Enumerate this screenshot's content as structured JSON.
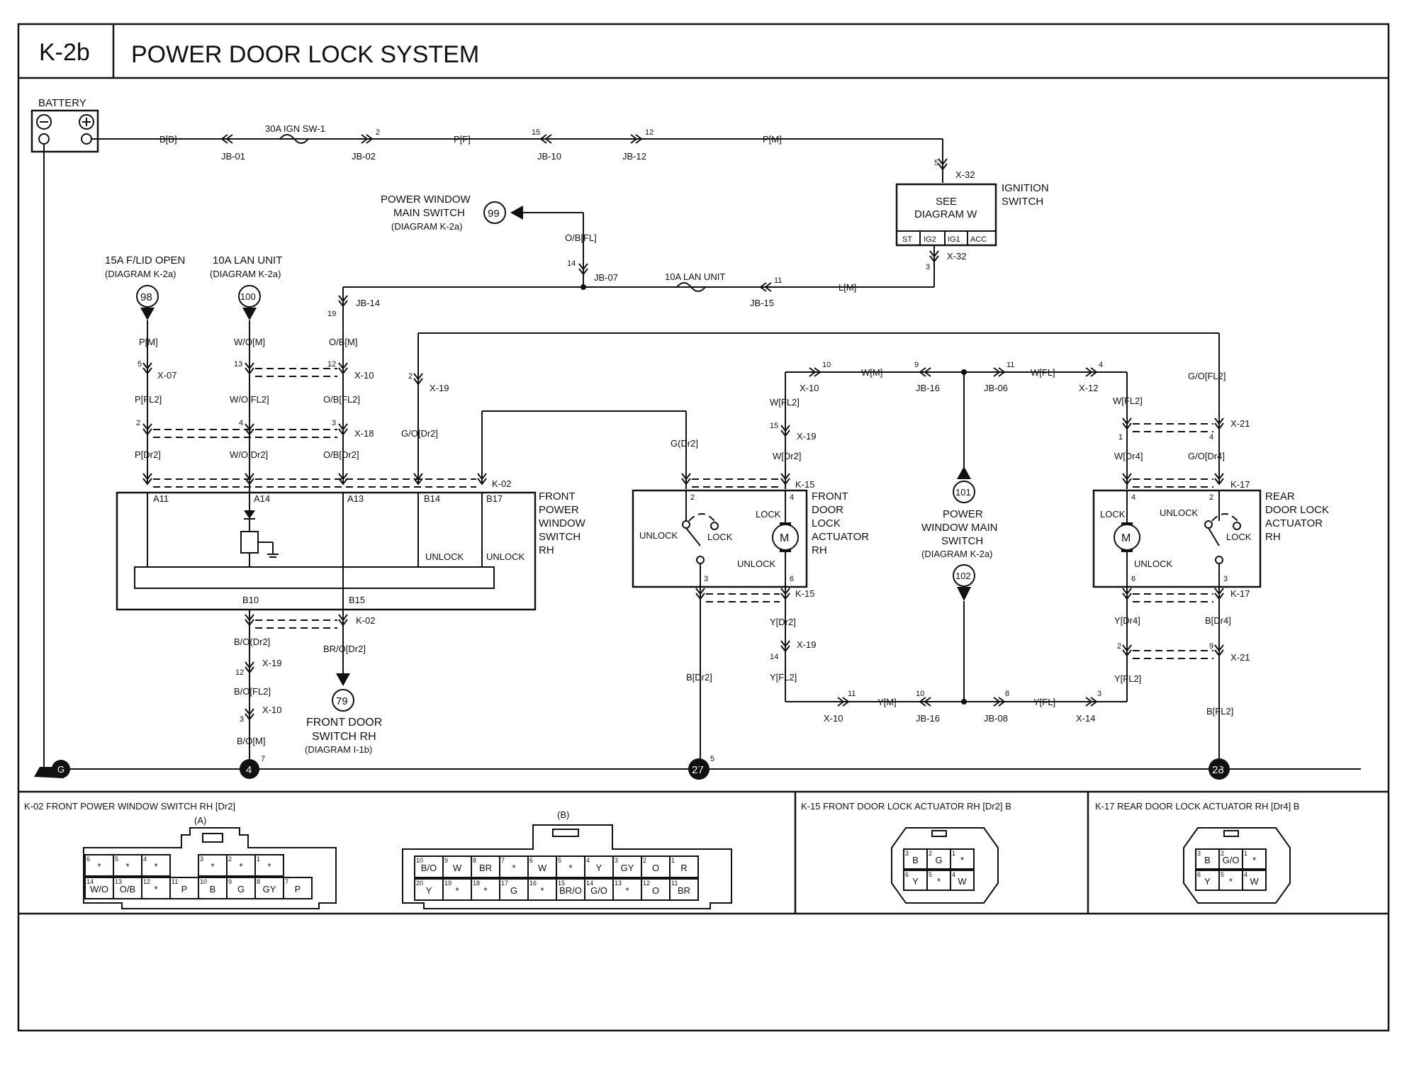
{
  "header": {
    "code": "K-2b",
    "title": "POWER DOOR LOCK SYSTEM"
  },
  "battery": {
    "label": "BATTERY"
  },
  "fuses": {
    "ign": "30A IGN SW-1",
    "lan": "10A LAN UNIT"
  },
  "ignition": {
    "see": "SEE",
    "diagram": "DIAGRAM W",
    "label1": "IGNITION",
    "label2": "SWITCH",
    "pins": [
      "ST",
      "IG2",
      "IG1",
      "ACC"
    ]
  },
  "connectors": {
    "jb01": "JB-01",
    "jb02": "JB-02",
    "jb10": "JB-10",
    "jb12": "JB-12",
    "jb07": "JB-07",
    "jb14": "JB-14",
    "jb15": "JB-15",
    "jb16": "JB-16",
    "jb06": "JB-06",
    "jb08": "JB-08",
    "x32": "X-32",
    "x07": "X-07",
    "x10": "X-10",
    "x18": "X-18",
    "x19": "X-19",
    "x12": "X-12",
    "x21": "X-21",
    "x14": "X-14",
    "k02": "K-02",
    "k15": "K-15",
    "k17": "K-17"
  },
  "wires": {
    "bb": "B[B]",
    "pf": "P[F]",
    "pm": "P[M]",
    "ofl": "O/B[FL]",
    "lm": "L[M]",
    "pm2": "P[M]",
    "wom": "W/O[M]",
    "obm": "O/B[M]",
    "pfl2": "P[FL2]",
    "wofl2": "W/O[FL2]",
    "obfl2": "O/B[FL2]",
    "pdr2": "P[Dr2]",
    "wodr2": "W/O[Dr2]",
    "obdr2": "O/B[Dr2]",
    "godr2": "G/O[Dr2]",
    "gdr2": "G(Dr2]",
    "bodr2": "B/O(Dr2]",
    "bofl2": "B/O[FL2]",
    "bom": "B/O[M]",
    "brodr2": "BR/O[Dr2]",
    "bdr2": "B[Dr2]",
    "wdr2": "W[Dr2]",
    "wfl2": "W[FL2]",
    "wm": "W[M]",
    "wfl": "W[FL]",
    "wfl2r": "W[FL2]",
    "gofl2": "G/O[FL2]",
    "wdr4": "W[Dr4]",
    "godr4": "G/O[Dr4]",
    "ydr2": "Y[Dr2]",
    "yfl2": "Y[FL2]",
    "ym": "Y[M]",
    "yfl": "Y[FL]",
    "ydr4": "Y[Dr4]",
    "bdr4": "B[Dr4]",
    "yfl2r": "Y[FL2]",
    "bfl2": "B[FL2]"
  },
  "pinnums": {
    "p2": "2",
    "p15": "15",
    "p12": "12",
    "p5": "5",
    "p3": "3",
    "p14": "14",
    "p11": "11",
    "p19": "19",
    "p13": "13",
    "p4": "4",
    "p10": "10",
    "p9": "9",
    "p1": "1",
    "p6": "6",
    "p7": "7",
    "p8": "8"
  },
  "refs": {
    "r99": "99",
    "r98": "98",
    "r100": "100",
    "r79": "79",
    "r101": "101",
    "r102": "102",
    "pwms1": "POWER WINDOW",
    "pwms2": "MAIN SWITCH",
    "pwms3": "(DIAGRAM K-2a)",
    "f15a1": "15A F/LID OPEN",
    "f15a2": "(DIAGRAM  K-2a)",
    "f10a1": "10A LAN UNIT",
    "f10a2": "(DIAGRAM K-2a)",
    "fds1": "FRONT DOOR",
    "fds2": "SWITCH RH",
    "fds3": "(DIAGRAM I-1b)",
    "pw1": "POWER",
    "pw2": "WINDOW MAIN",
    "pw3": "SWITCH",
    "pw4": "(DIAGRAM  K-2a)"
  },
  "fpws": {
    "l1": "FRONT",
    "l2": "POWER",
    "l3": "WINDOW",
    "l4": "SWITCH",
    "l5": "RH",
    "a11": "A11",
    "a14": "A14",
    "a13": "A13",
    "b14": "B14",
    "b17": "B17",
    "b10": "B10",
    "b15": "B15",
    "unlock1": "UNLOCK",
    "unlock2": "UNLOCK"
  },
  "fdla": {
    "l1": "FRONT",
    "l2": "DOOR",
    "l3": "LOCK",
    "l4": "ACTUATOR",
    "l5": "RH",
    "unlock": "UNLOCK",
    "lock": "LOCK",
    "lock2": "LOCK",
    "unlock2": "UNLOCK",
    "m": "M"
  },
  "rdla": {
    "l1": "REAR",
    "l2": "DOOR LOCK",
    "l3": "ACTUATOR",
    "l4": "RH",
    "lock": "LOCK",
    "unlock": "UNLOCK",
    "lock2": "LOCK",
    "unlock2": "UNLOCK",
    "m": "M"
  },
  "grounds": {
    "g": "G",
    "g4": "4",
    "g27": "27",
    "g28": "28"
  },
  "panels": {
    "k02": {
      "title": "K-02 FRONT POWER WINDOW SWITCH RH [Dr2]",
      "a": "(A)",
      "b": "(B)",
      "a_top": [
        [
          "6",
          "*"
        ],
        [
          "5",
          "*"
        ],
        [
          "4",
          "*"
        ],
        [
          "",
          ""
        ],
        [
          "3",
          "*"
        ],
        [
          "2",
          "*"
        ],
        [
          "1",
          "*"
        ]
      ],
      "a_bot": [
        [
          "14",
          "W/O"
        ],
        [
          "13",
          "O/B"
        ],
        [
          "12",
          "*"
        ],
        [
          "11",
          "P"
        ],
        [
          "10",
          "B"
        ],
        [
          "9",
          "G"
        ],
        [
          "8",
          "GY"
        ],
        [
          "7",
          "P"
        ]
      ],
      "b_top": [
        [
          "10",
          "B/O"
        ],
        [
          "9",
          "W"
        ],
        [
          "8",
          "BR"
        ],
        [
          "7",
          "*"
        ],
        [
          "6",
          "W"
        ],
        [
          "5",
          "*"
        ],
        [
          "4",
          "Y"
        ],
        [
          "3",
          "GY"
        ],
        [
          "2",
          "O"
        ],
        [
          "1",
          "R"
        ]
      ],
      "b_bot": [
        [
          "20",
          "Y"
        ],
        [
          "19",
          "*"
        ],
        [
          "18",
          "*"
        ],
        [
          "17",
          "G"
        ],
        [
          "16",
          "*"
        ],
        [
          "15",
          "BR/O"
        ],
        [
          "14",
          "G/O"
        ],
        [
          "13",
          "*"
        ],
        [
          "12",
          "O"
        ],
        [
          "11",
          "BR"
        ]
      ]
    },
    "k15": {
      "title": "K-15 FRONT DOOR LOCK ACTUATOR RH [Dr2] B",
      "top": [
        [
          "3",
          "B"
        ],
        [
          "2",
          "G"
        ],
        [
          "1",
          "*"
        ]
      ],
      "bot": [
        [
          "6",
          "Y"
        ],
        [
          "5",
          "*"
        ],
        [
          "4",
          "W"
        ]
      ]
    },
    "k17": {
      "title": "K-17 REAR DOOR LOCK ACTUATOR RH [Dr4] B",
      "top": [
        [
          "3",
          "B"
        ],
        [
          "2",
          "G/O"
        ],
        [
          "1",
          "*"
        ]
      ],
      "bot": [
        [
          "6",
          "Y"
        ],
        [
          "5",
          "*"
        ],
        [
          "4",
          "W"
        ]
      ]
    }
  }
}
